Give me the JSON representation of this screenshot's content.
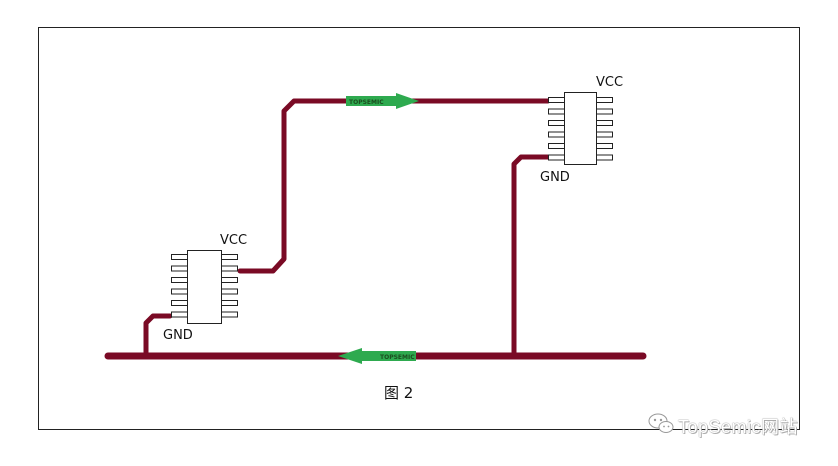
{
  "colors": {
    "trace": "#7a0a25",
    "arrow": "#2eaa4f",
    "frame": "#222222",
    "chip_outline": "#222222"
  },
  "chip_top": {
    "vcc_label": "VCC",
    "gnd_label": "GND",
    "pins_per_side": 6
  },
  "chip_bottom": {
    "vcc_label": "VCC",
    "gnd_label": "GND",
    "pins_per_side": 6
  },
  "arrows": [
    {
      "text": "TOPSEMIC",
      "direction": "right"
    },
    {
      "text": "TOPSEMIC",
      "direction": "left"
    }
  ],
  "caption": "图 2",
  "watermark": {
    "icon": "wechat-icon",
    "text": "TopSemic网站"
  }
}
